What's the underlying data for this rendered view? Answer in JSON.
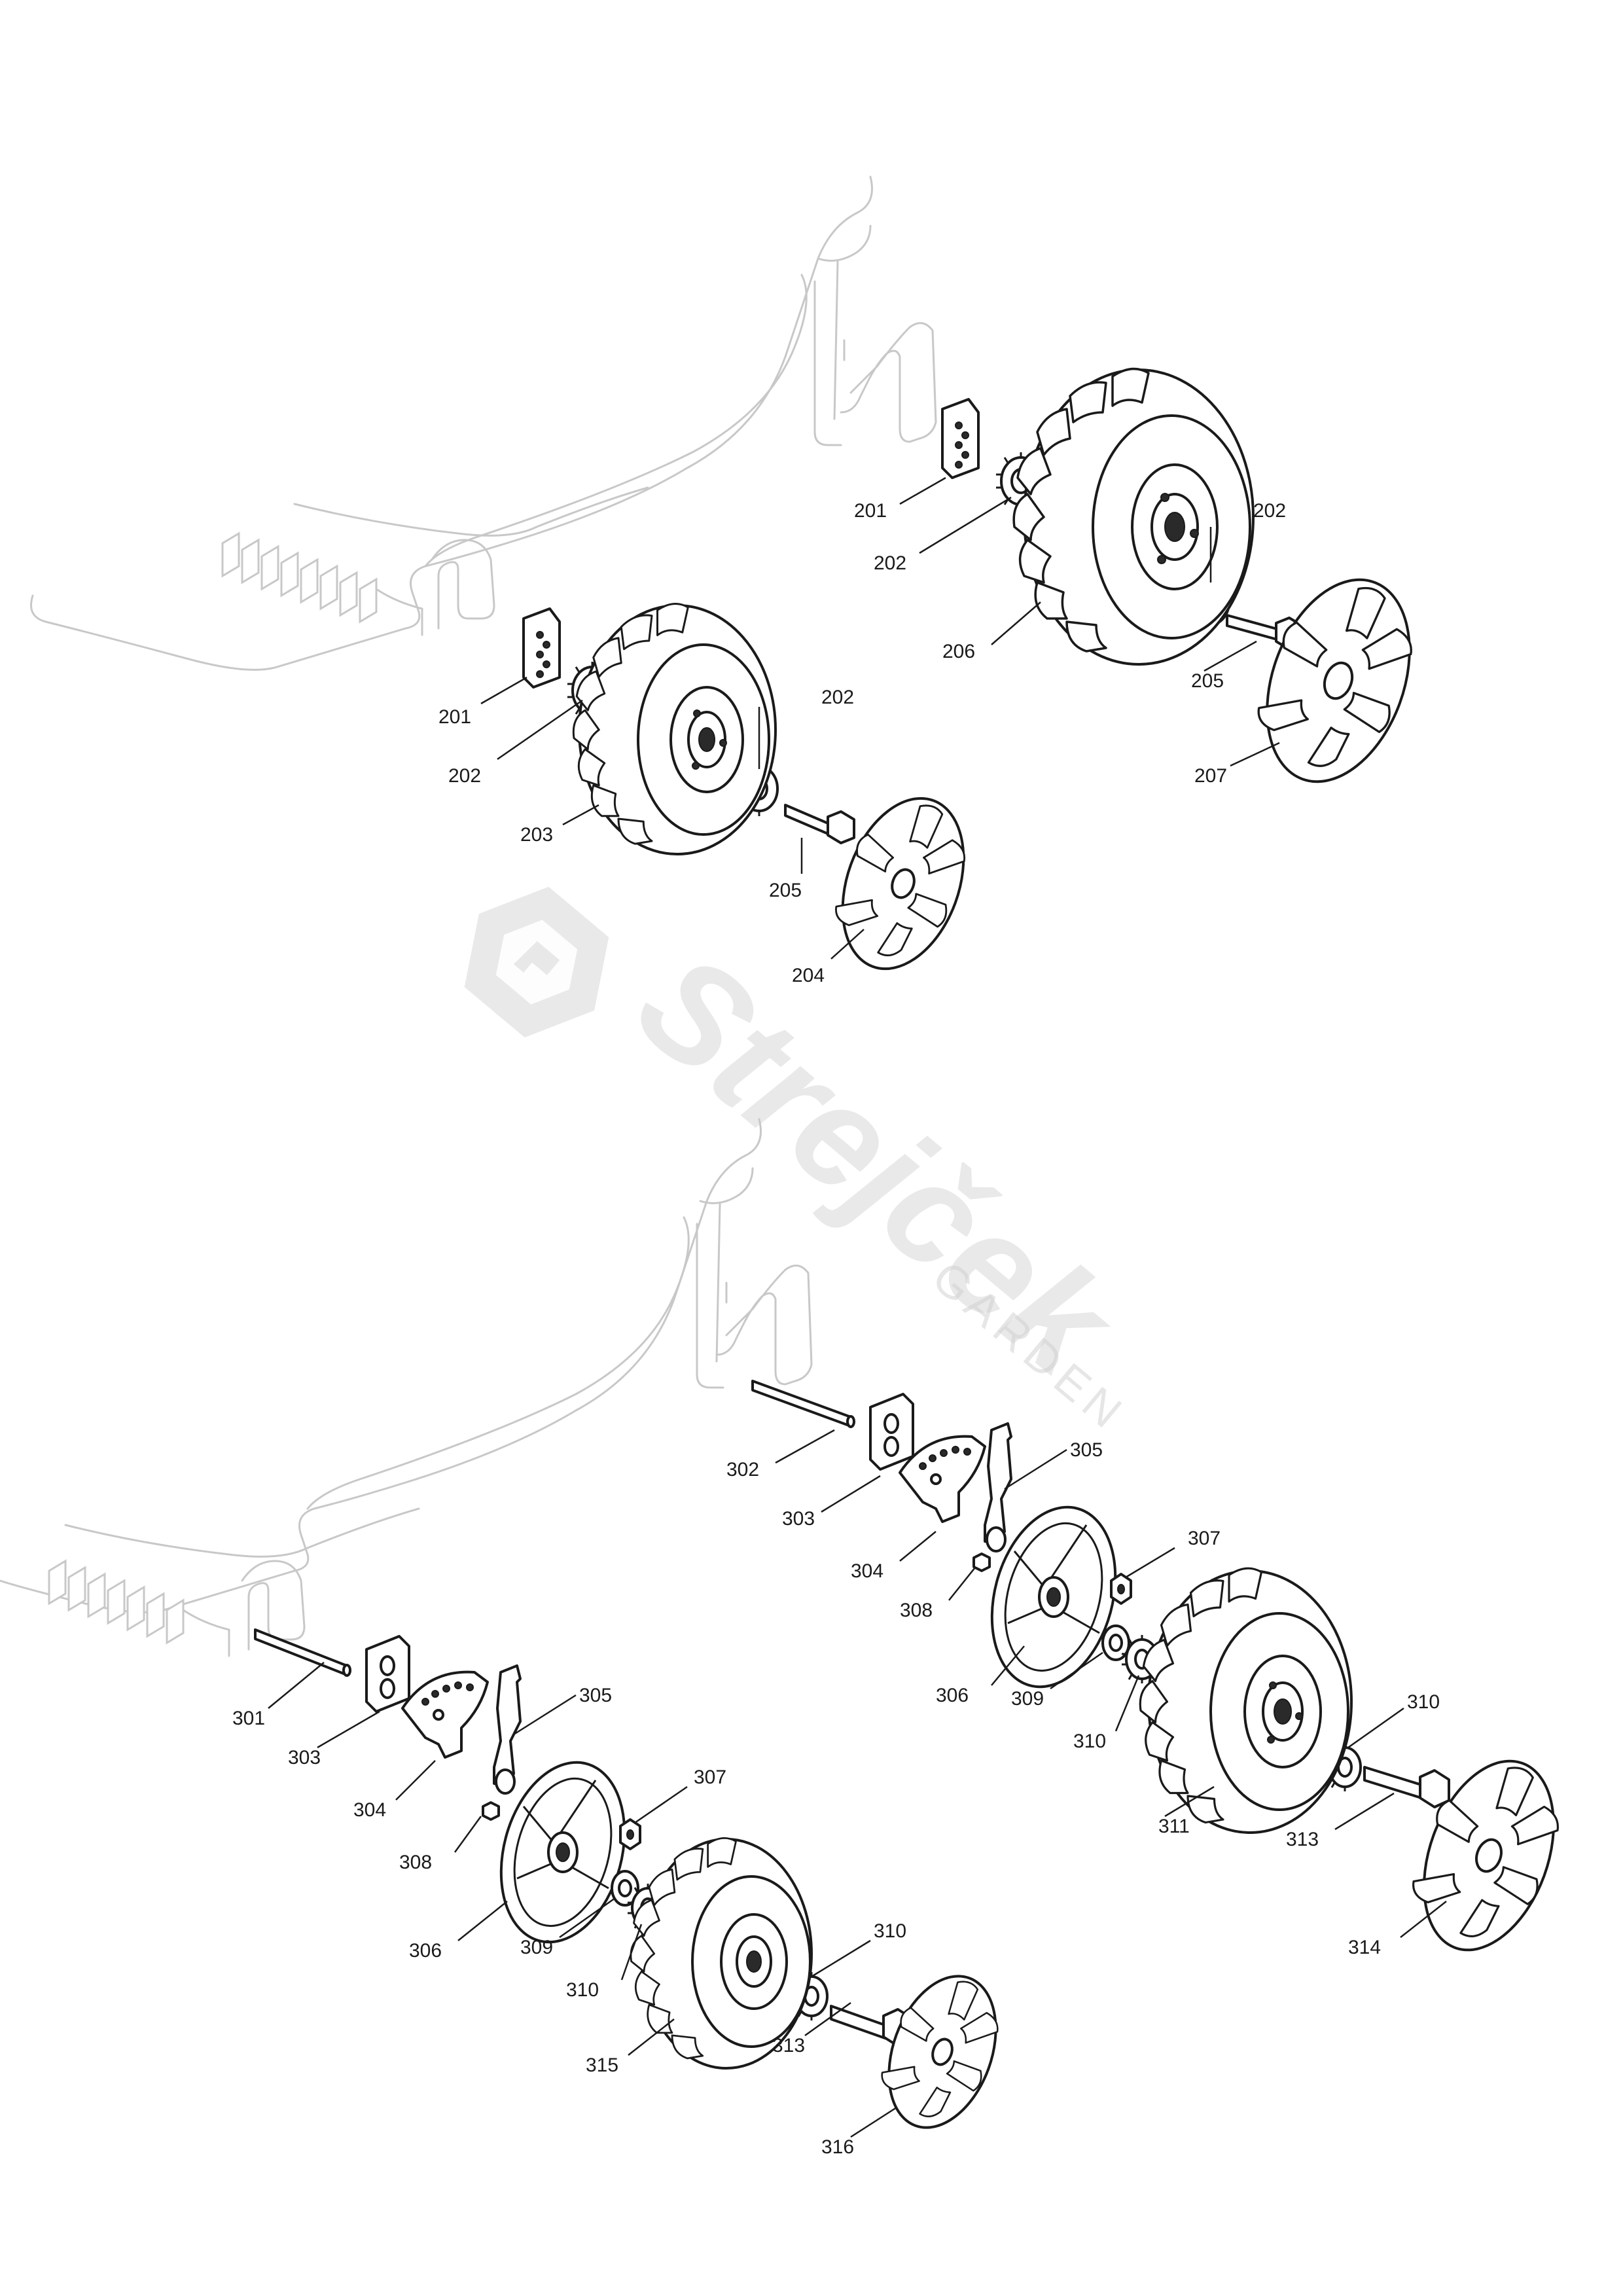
{
  "watermark": {
    "brand": "Strejček",
    "sub": "GARDEN"
  },
  "colors": {
    "line": "#1a1a1a",
    "deck": "#c8c8c8",
    "watermark": "#cfcfcf"
  },
  "labels": {
    "l201a": "201",
    "l202a": "202",
    "l202b": "202",
    "l206": "206",
    "l205a": "205",
    "l207": "207",
    "l201b": "201",
    "l202c": "202",
    "l202d": "202",
    "l203": "203",
    "l205b": "205",
    "l204": "204",
    "l302": "302",
    "l303a": "303",
    "l304a": "304",
    "l305a": "305",
    "l307a": "307",
    "l308a": "308",
    "l306a": "306",
    "l309a": "309",
    "l310a": "310",
    "l310b": "310",
    "l311": "311",
    "l313a": "313",
    "l314": "314",
    "l301": "301",
    "l303b": "303",
    "l304b": "304",
    "l305b": "305",
    "l307b": "307",
    "l308b": "308",
    "l306b": "306",
    "l309b": "309",
    "l310c": "310",
    "l310d": "310",
    "l315": "315",
    "l313b": "313",
    "l316": "316"
  }
}
